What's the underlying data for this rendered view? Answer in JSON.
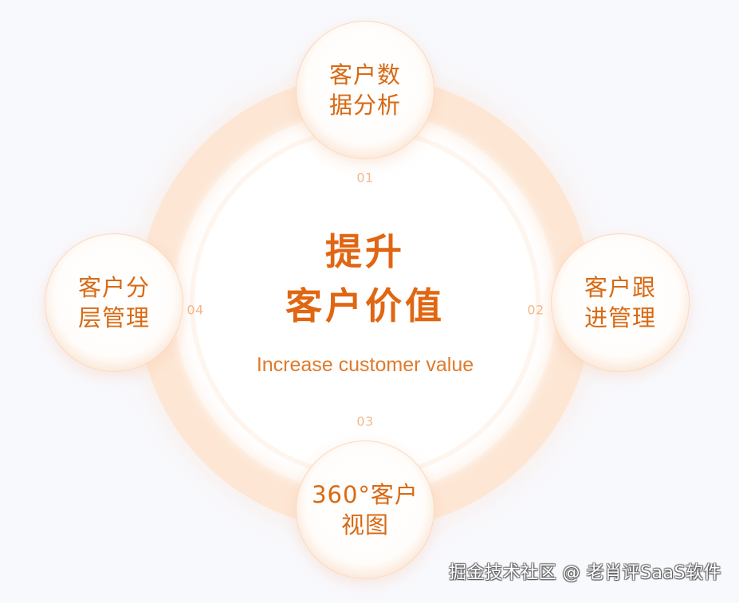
{
  "diagram": {
    "type": "hub-and-spoke cycle",
    "center": {
      "title_line1": "提升",
      "title_line2": "客户价值",
      "subtitle": "Increase customer value"
    },
    "nodes": [
      {
        "number": "01",
        "position": "top",
        "line1": "客户数",
        "line2": "据分析"
      },
      {
        "number": "02",
        "position": "right",
        "line1": "客户跟",
        "line2": "进管理"
      },
      {
        "number": "03",
        "position": "bottom",
        "line1": "360°客户",
        "line2": "视图"
      },
      {
        "number": "04",
        "position": "left",
        "line1": "客户分",
        "line2": "层管理"
      }
    ],
    "colors": {
      "accent": "#e06612",
      "node_text": "#d86a14",
      "step_number": "#f3b88a",
      "ring": "#fde6d3",
      "background": "#f8f9fd"
    }
  },
  "watermark": "掘金技术社区 @ 老肖评SaaS软件"
}
